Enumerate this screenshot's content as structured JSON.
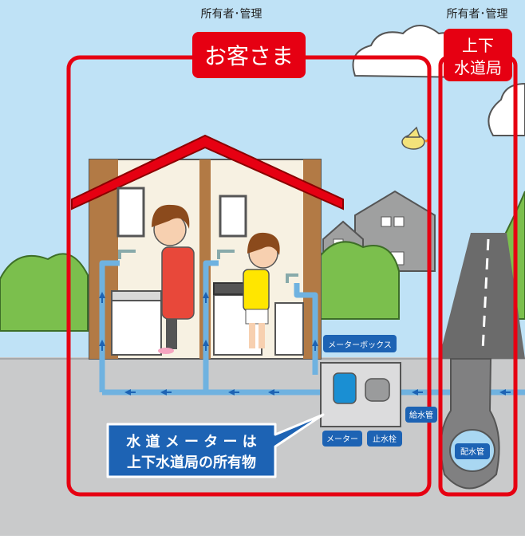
{
  "top_labels": {
    "customer_ownership": "所有者･管理",
    "bureau_ownership": "所有者･管理"
  },
  "customer_zone": {
    "title": "お客さま"
  },
  "bureau_zone": {
    "title_line1": "上下",
    "title_line2": "水道局"
  },
  "labels": {
    "meter_box": "メーターボックス",
    "service_pipe": "給水管",
    "meter": "メーター",
    "stop_valve": "止水栓",
    "distribution_pipe": "配水管"
  },
  "callout": {
    "line1": "水 道 メ ー タ ー は",
    "line2": "上下水道局の所有物"
  },
  "colors": {
    "zone_border": "#e60012",
    "label_blue": "#1d63b4",
    "sky": "#bfe2f6",
    "ground": "#c9cacb",
    "pipe": "#6fb2e0"
  }
}
